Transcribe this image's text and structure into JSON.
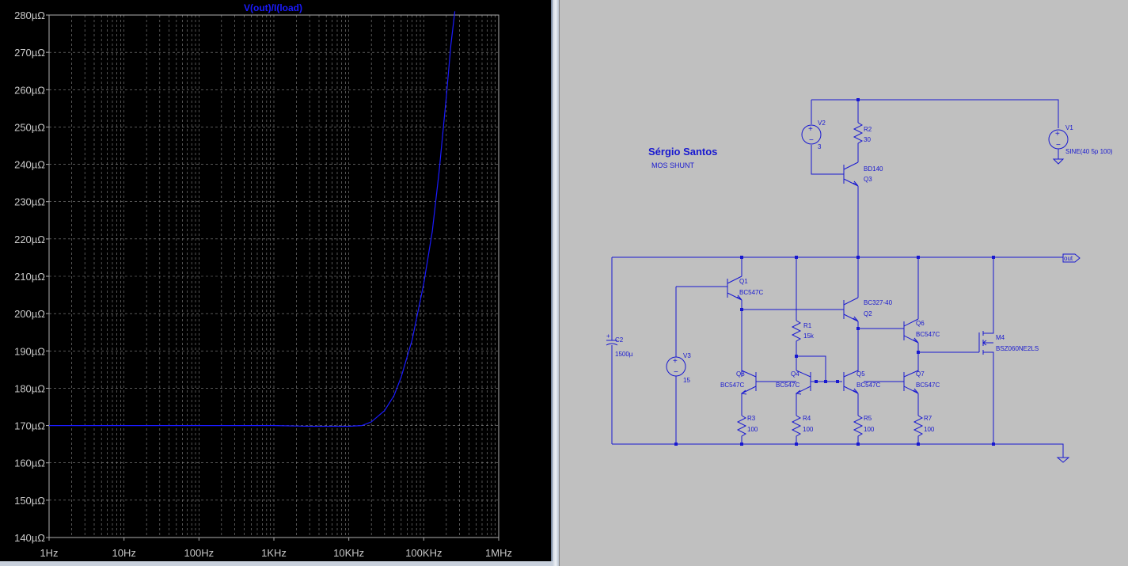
{
  "plot": {
    "trace_title": "V(out)/I(load)",
    "trace_color": "#1a1aff",
    "grid_color": "#8a8a8a",
    "axis_text_color": "#c8c8c8",
    "x_ticks": [
      "1Hz",
      "10Hz",
      "100Hz",
      "1KHz",
      "10KHz",
      "100KHz",
      "1MHz"
    ],
    "y_ticks": [
      "280µΩ",
      "270µΩ",
      "260µΩ",
      "250µΩ",
      "240µΩ",
      "230µΩ",
      "220µΩ",
      "210µΩ",
      "200µΩ",
      "190µΩ",
      "180µΩ",
      "170µΩ",
      "160µΩ",
      "150µΩ",
      "140µΩ"
    ]
  },
  "chart_data": {
    "type": "line",
    "title": "V(out)/I(load)",
    "x_scale": "log",
    "xlim": [
      1,
      1000000
    ],
    "ylim": [
      140,
      280
    ],
    "y_unit": "µΩ",
    "grid": true,
    "series": [
      {
        "name": "V(out)/I(load)",
        "x": [
          1,
          10,
          100,
          1000,
          3000,
          10000,
          15000,
          20000,
          30000,
          40000,
          50000,
          70000,
          100000,
          130000,
          160000,
          200000,
          230000,
          260000
        ],
        "y": [
          170,
          170,
          170,
          170,
          169.8,
          169.8,
          170,
          171,
          174,
          178,
          183,
          193,
          208,
          222,
          238,
          258,
          272,
          282
        ]
      }
    ]
  },
  "schematic": {
    "wire_color": "#1818d0",
    "title": "Sérgio Santos",
    "subtitle": "MOS SHUNT",
    "labels": {
      "v2_ref": "V2",
      "v2_val": "3",
      "r2_ref": "R2",
      "r2_val": "30",
      "v1_ref": "V1",
      "v1_val": "SINE(40 5p 100)",
      "q3_model": "BD140",
      "q3_ref": "Q3",
      "out_label": "out",
      "q1_ref": "Q1",
      "q1_model": "BC547C",
      "q2_model": "BC327-40",
      "q2_ref": "Q2",
      "r1_ref": "R1",
      "r1_val": "15k",
      "q6_ref": "Q6",
      "q6_model": "BC547C",
      "m4_ref": "M4",
      "m4_model": "BSZ060NE2LS",
      "c2_ref": "C2",
      "c2_val": "1500µ",
      "v3_ref": "V3",
      "v3_val": "15",
      "q8_ref": "Q8",
      "q8_model": "BC547C",
      "q4_ref": "Q4",
      "q4_model": "BC547C",
      "q5_ref": "Q5",
      "q5_model": "BC547C",
      "q7_ref": "Q7",
      "q7_model": "BC547C",
      "r3_ref": "R3",
      "r3_val": "100",
      "r4_ref": "R4",
      "r4_val": "100",
      "r5_ref": "R5",
      "r5_val": "100",
      "r7_ref": "R7",
      "r7_val": "100"
    }
  }
}
